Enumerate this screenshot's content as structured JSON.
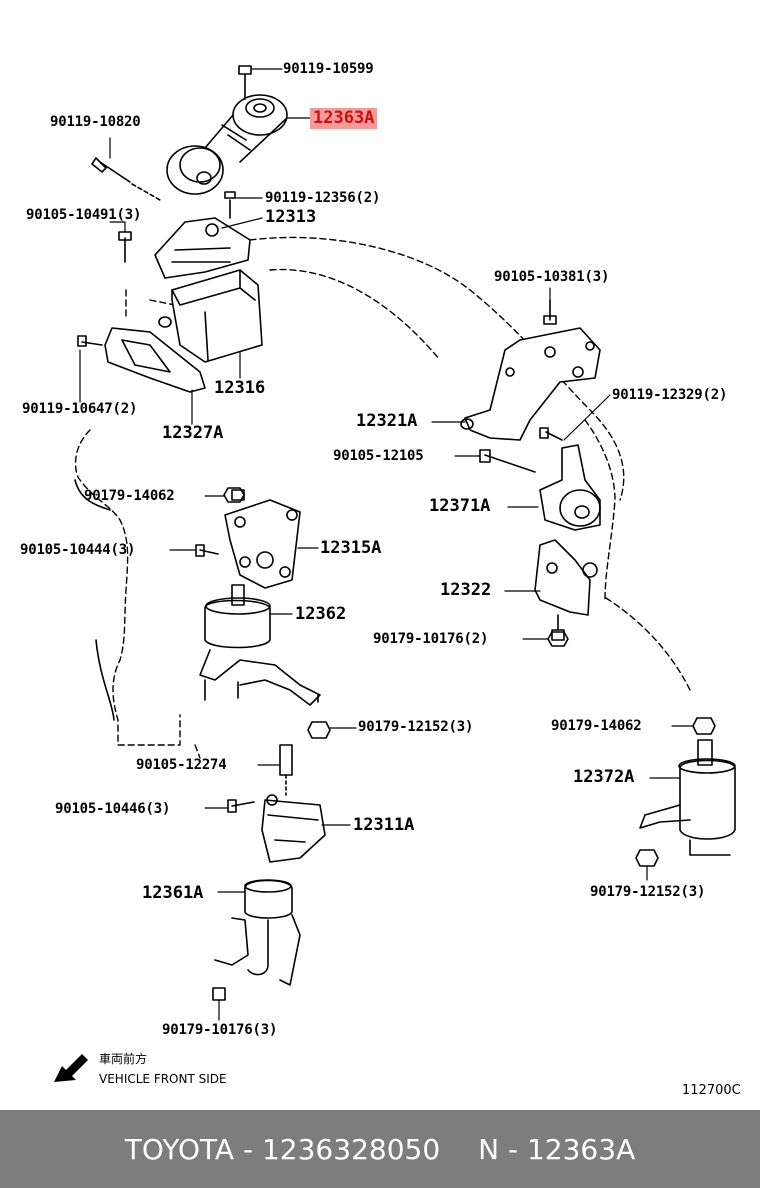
{
  "labels": {
    "p_90119_10599": "90119-10599",
    "p_12363A": "12363A",
    "p_90119_10820": "90119-10820",
    "p_90119_12356": "90119-12356(2)",
    "p_90105_10491": "90105-10491(3)",
    "p_12313": "12313",
    "p_90105_10381": "90105-10381(3)",
    "p_12316": "12316",
    "p_90119_10647": "90119-10647(2)",
    "p_12327A": "12327A",
    "p_90119_12329": "90119-12329(2)",
    "p_12321A": "12321A",
    "p_90105_12105": "90105-12105",
    "p_12371A": "12371A",
    "p_90179_14062_a": "90179-14062",
    "p_90105_10444": "90105-10444(3)",
    "p_12315A": "12315A",
    "p_12322": "12322",
    "p_12362": "12362",
    "p_90179_10176_a": "90179-10176(2)",
    "p_90179_12152_a": "90179-12152(3)",
    "p_90179_14062_b": "90179-14062",
    "p_90105_12274": "90105-12274",
    "p_12372A": "12372A",
    "p_90105_10446": "90105-10446(3)",
    "p_12311A": "12311A",
    "p_90179_12152_b": "90179-12152(3)",
    "p_12361A": "12361A",
    "p_90179_10176_b": "90179-10176(3)"
  },
  "direction": {
    "jp": "車両前方",
    "en": "VEHICLE FRONT SIDE"
  },
  "figure_id": "112700C",
  "footer": {
    "left": "TOYOTA - 1236328050",
    "right": "N - 12363A"
  },
  "colors": {
    "highlight_bg": "#f39a9a",
    "highlight_text": "#cc1010",
    "footer_bg": "#7d7d7d"
  }
}
